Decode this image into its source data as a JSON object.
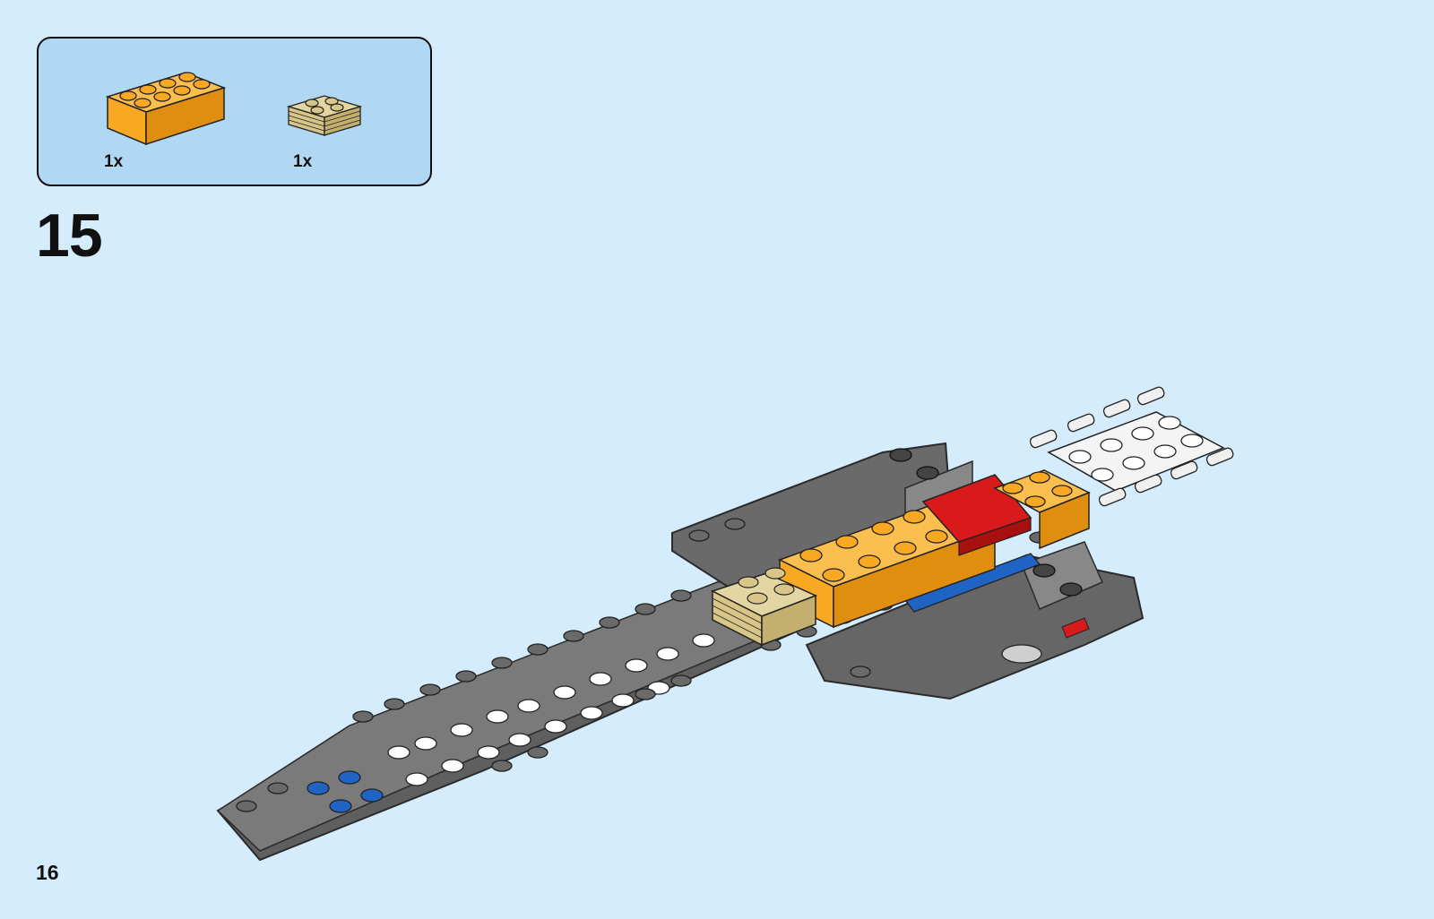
{
  "parts_list": [
    {
      "name": "orange-2x4-brick",
      "quantity": "1x",
      "color": "#f9a823"
    },
    {
      "name": "tan-2x2-plate-stack",
      "quantity": "1x",
      "color": "#d8c689"
    }
  ],
  "step_number": "15",
  "page_number": "16",
  "colors": {
    "background": "#d5ecfc",
    "callout": "#b1d8f3",
    "dark_gray": "#6b6b6b",
    "light_gray": "#9a9a9a",
    "orange": "#f9a823",
    "red": "#d81a1a",
    "blue": "#1f64c4",
    "tan": "#d8c689",
    "white": "#ffffff"
  }
}
